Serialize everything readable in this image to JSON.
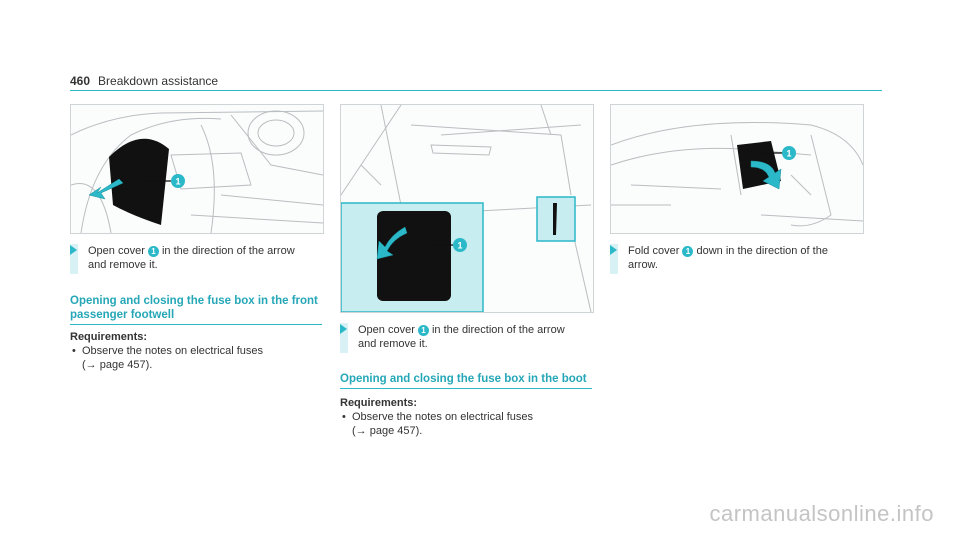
{
  "header": {
    "page_number": "460",
    "title": "Breakdown assistance"
  },
  "colors": {
    "accent": "#2bb8c8",
    "highlight": "#c8edf1"
  },
  "figures": [
    {
      "icon": "footwell-cover-illustration",
      "callout": "1"
    },
    {
      "icon": "glovebox-cover-illustration",
      "callout": "1"
    },
    {
      "icon": "boot-cover-illustration",
      "callout": "1"
    }
  ],
  "col1": {
    "step": {
      "before": "Open cover ",
      "badge": "1",
      "after": " in the direction of the arrow",
      "line2": "and remove it."
    },
    "section_line1": "Opening and closing the fuse box in the front",
    "section_line2": "passenger footwell",
    "req_title": "Requirements:",
    "req_item_line1": "Observe the notes on electrical fuses",
    "req_item_line2": "(→ page 457)."
  },
  "col2": {
    "step": {
      "before": "Open cover ",
      "badge": "1",
      "after": " in the direction of the arrow",
      "line2": "and remove it."
    },
    "section": "Opening and closing the fuse box in the boot",
    "req_title": "Requirements:",
    "req_item_line1": "Observe the notes on electrical fuses",
    "req_item_line2": "(→ page 457)."
  },
  "col3": {
    "step": {
      "before": "Fold cover ",
      "badge": "1",
      "after": " down in the direction of the",
      "line2": "arrow."
    }
  },
  "watermark": "carmanualsonline.info"
}
